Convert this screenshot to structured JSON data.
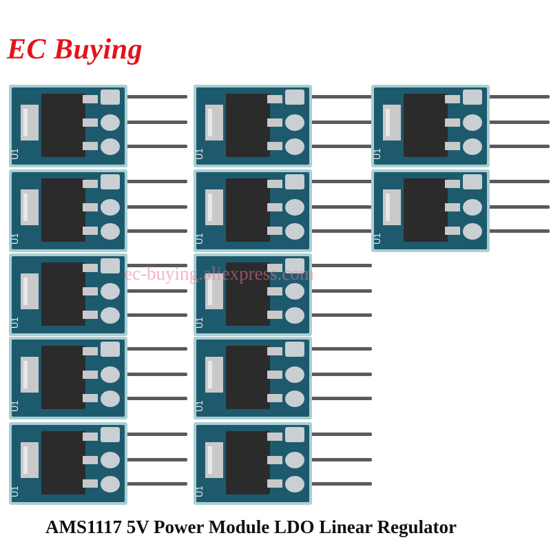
{
  "brand": {
    "logo_text": "EC Buying",
    "color": "#e3141b"
  },
  "watermark": {
    "text": "ec-buying.aliexpress.com"
  },
  "caption": {
    "text": "AMS1117 5V Power Module LDO Linear Regulator"
  },
  "product": {
    "module_count": 12,
    "silkscreen_label": "U1",
    "colors": {
      "pcb": "#1e5a6e",
      "pcb_edge": "#a9cfd3",
      "chip": "#2b2b2b",
      "tab": "#c9c9c9",
      "pin": "#5a5a5a",
      "pad": "#c9cfd2"
    }
  }
}
